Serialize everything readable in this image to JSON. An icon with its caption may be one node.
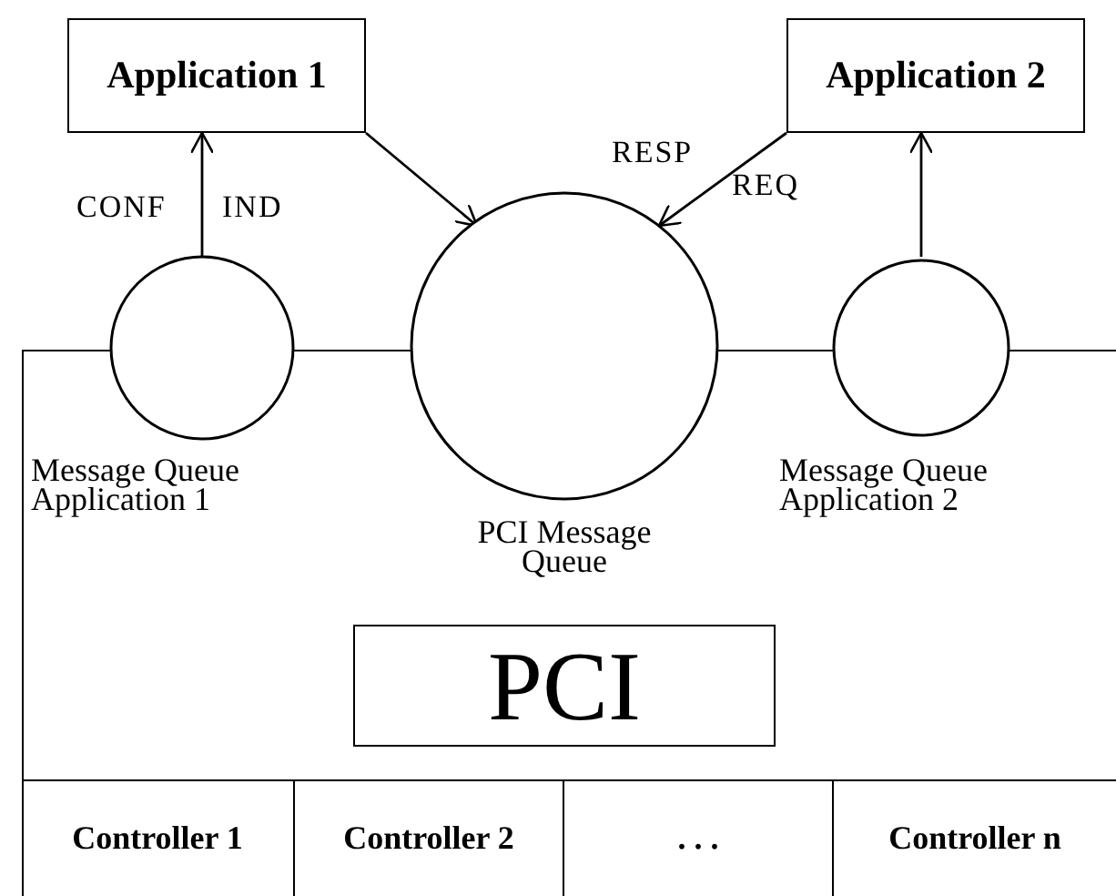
{
  "diagram": {
    "nodes": [
      {
        "text": [
          "Application 1"
        ]
      },
      {
        "text": [
          "Application 2"
        ]
      },
      {
        "text": [
          "Message Queue Application 1"
        ]
      },
      {
        "text": [
          "PCI Message Queue"
        ]
      },
      {
        "text": [
          "Message Queue Application 2"
        ]
      },
      {
        "text": [
          "PCI"
        ]
      },
      {
        "text": [
          "Controller 1"
        ]
      },
      {
        "text": [
          "Controller 2"
        ]
      },
      {
        "text": [
          ". . ."
        ]
      },
      {
        "text": [
          "Controller n"
        ]
      }
    ],
    "edges": [
      {
        "from": 2,
        "to": 0,
        "arrow": "to"
      },
      {
        "from": 0,
        "to": 3,
        "arrow": "to"
      },
      {
        "from": 1,
        "to": 3,
        "arrow": "to"
      },
      {
        "from": 4,
        "to": 1,
        "arrow": "to"
      }
    ],
    "labels": [
      "CONF",
      "IND",
      "RESP",
      "REQ"
    ]
  }
}
